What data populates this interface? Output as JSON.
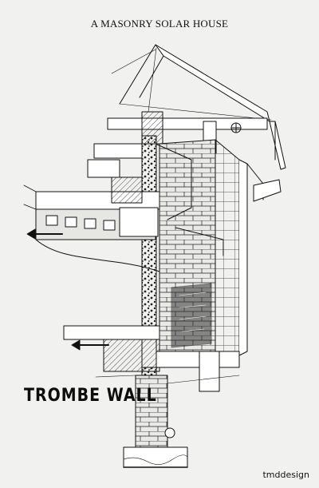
{
  "diagram": {
    "title": "A MASONRY SOLAR HOUSE",
    "label": "TROMBE WALL",
    "credit": "tmddesign"
  }
}
